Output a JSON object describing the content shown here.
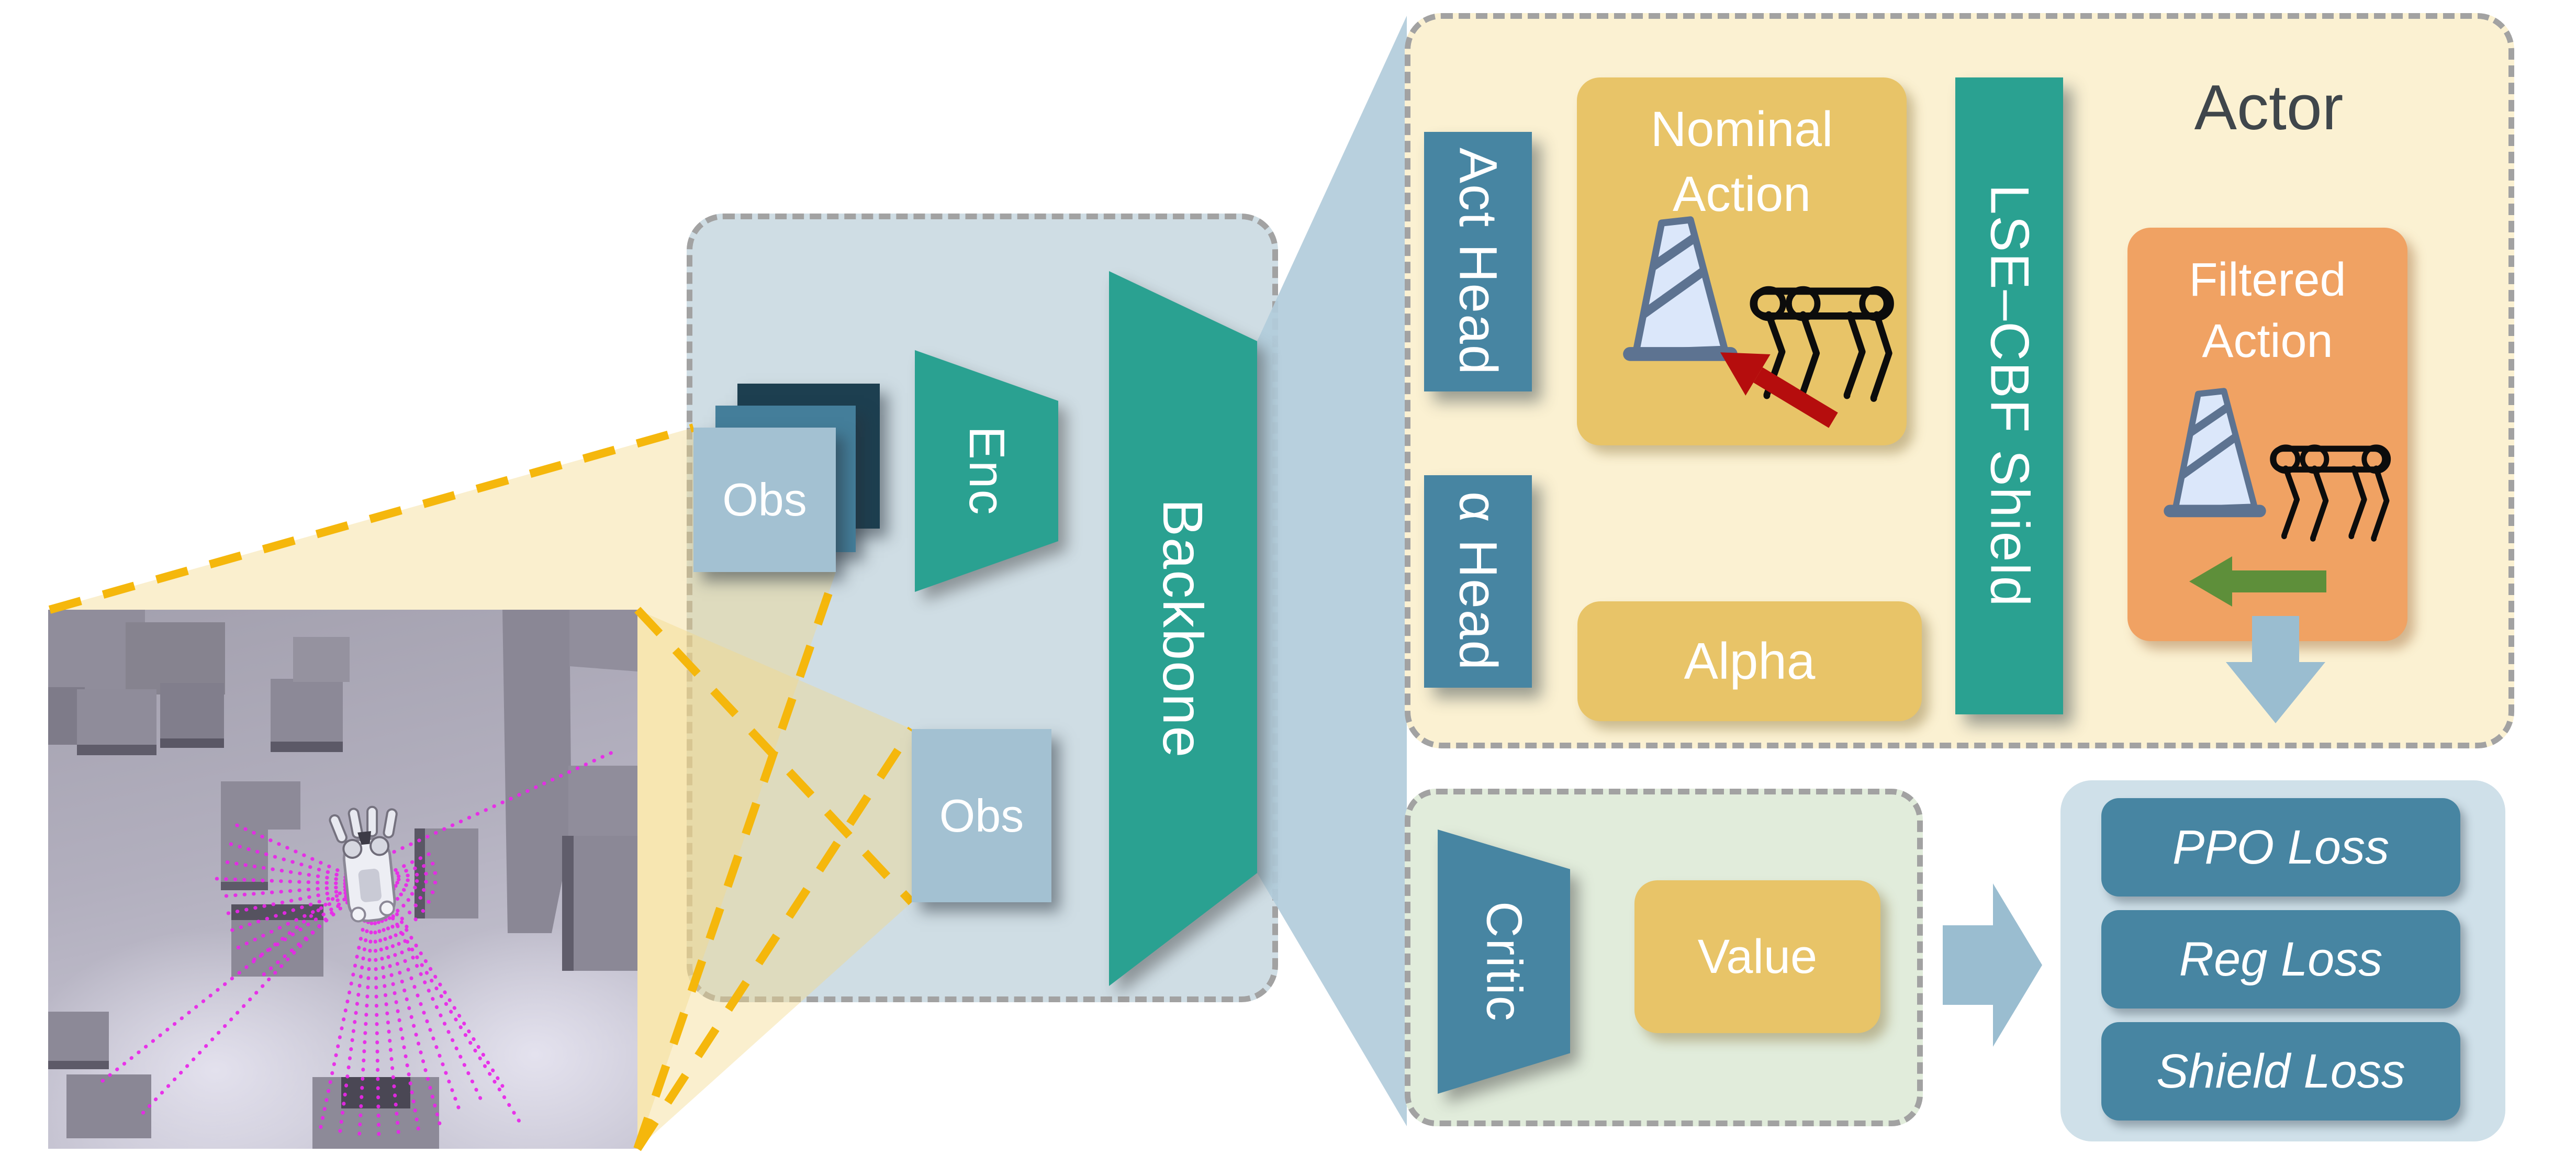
{
  "figure": {
    "encoder": {
      "obs_stack": "Obs",
      "obs": "Obs",
      "enc": "Enc",
      "backbone": "Backbone"
    },
    "actor": {
      "title": "Actor",
      "act_head": "Act Head",
      "nominal": "Nominal Action",
      "alpha_head": "α Head",
      "alpha": "Alpha",
      "shield": "LSE–CBF Shield",
      "filtered": "Filtered Action"
    },
    "critic": {
      "critic": "Critic",
      "value": "Value"
    },
    "losses": [
      "PPO Loss",
      "Reg Loss",
      "Shield Loss"
    ],
    "colors": {
      "teal": "#2aa191",
      "steel_blue": "#4785a2",
      "gold": "#e8c468",
      "orange": "#f0a263",
      "cream_panel": "#fbf1d2",
      "blue_panel": "#cfdde4",
      "green_panel": "#e1ecdb",
      "loss_panel": "#cfe0e9",
      "funnel_blue": "#b2ccdb",
      "zoom_cone_yellow": "#f5b70c",
      "arrow_blue": "#9abdd0",
      "arrow_red": "#b50d0d",
      "arrow_green": "#5e8f3a",
      "lidar_magenta": "#ea25ea",
      "dash_gray": "#a2a2a2"
    }
  }
}
